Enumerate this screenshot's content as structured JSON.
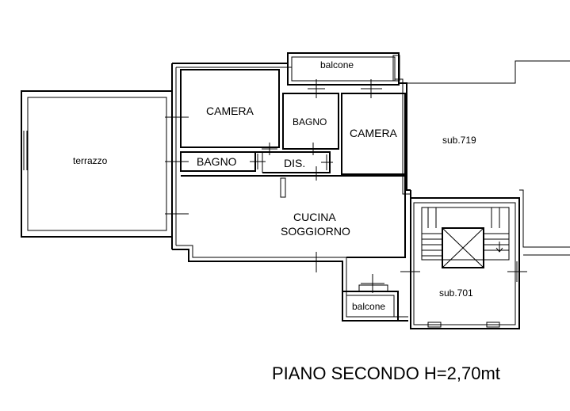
{
  "rooms": {
    "balcone_top": "balcone",
    "camera_left": "CAMERA",
    "bagno_top": "BAGNO",
    "camera_right": "CAMERA",
    "terrazzo": "terrazzo",
    "bagno_small": "BAGNO",
    "dis": "DIS.",
    "cucina_line1": "CUCINA",
    "cucina_line2": "SOGGIORNO",
    "balcone_bottom": "balcone",
    "sub_719": "sub.719",
    "sub_701": "sub.701"
  },
  "title": "PIANO SECONDO H=2,70mt"
}
